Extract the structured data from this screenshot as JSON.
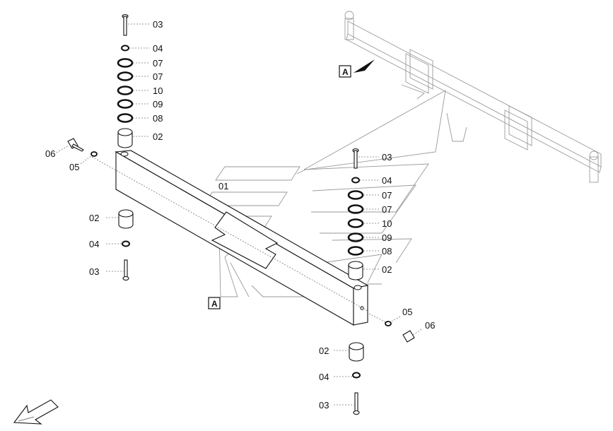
{
  "diagram": {
    "view_marker": "A",
    "labels": {
      "p01": "01",
      "p02": "02",
      "p03": "03",
      "p04": "04",
      "p05": "05",
      "p06": "06",
      "p07": "07",
      "p08": "08",
      "p09": "09",
      "p10": "10"
    }
  }
}
